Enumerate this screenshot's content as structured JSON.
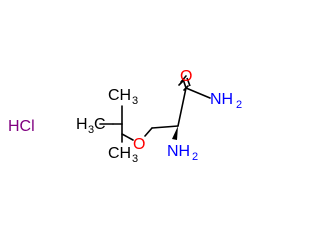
{
  "colors": {
    "bond": "#000000",
    "oxygen": "#ff0000",
    "nitrogen": "#0000ff",
    "chlorine": "#800080"
  },
  "salt": {
    "label": "HCl"
  },
  "atoms": {
    "carbonyl_oxygen": "O",
    "ether_oxygen": "O",
    "amide_nitrogen": "NH",
    "amide_subscript": "2",
    "amine_nitrogen": "NH",
    "amine_subscript": "2"
  },
  "methyls": {
    "top": "CH",
    "top_sub": "3",
    "left": "H",
    "left_sub": "3",
    "left_c": "C",
    "bottom": "CH",
    "bottom_sub": "3"
  }
}
